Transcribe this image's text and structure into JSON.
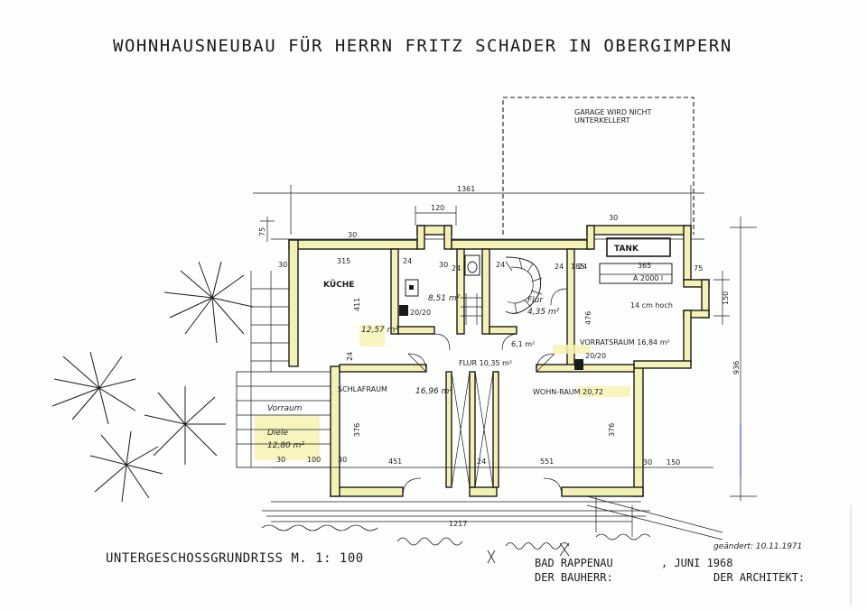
{
  "title": "WOHNHAUSNEUBAU FÜR HERRN FRITZ SCHADER IN OBERGIMPERN",
  "garage_note": [
    "GARAGE WIRD NICHT",
    "UNTERKELLERT"
  ],
  "rooms": {
    "kueche": "KÜCHE",
    "kueche_area": "12,57 m²",
    "bad_area": "8,51 m²",
    "flur_top": "Flur",
    "flur_top_area": "4,35 m²",
    "flur_mid": "FLUR 10,35 m²",
    "flur_mid_sub": "6,1 m²",
    "tank": "TANK",
    "tank_vol": "À 2000 l",
    "tank_dim": "365",
    "vorratsraum": "VORRATSRAUM 16,84 m²",
    "schlafraum_label": "SCHLAFRAUM",
    "schlafraum_area": "16,96 m²",
    "wohnraum": "WOHN-RAUM 20,72",
    "vorraum": "Vorraum",
    "diele": "Diele",
    "diele_area": "12,80 m²",
    "window_1": "20/20",
    "window_2": "20/20",
    "misc_1": "14 cm hoch"
  },
  "dimensions": {
    "total_width_top": "1361",
    "total_width_bottom": "1217",
    "total_height_right": "936",
    "d_120": "120",
    "d_75_left": "75",
    "d_30_a": "30",
    "d_30_b": "30",
    "d_30_c": "30",
    "d_30_d": "30",
    "d_30_e": "30",
    "d_30_f": "30",
    "d_30_g": "30",
    "d_315": "315",
    "d_24_a": "24",
    "d_24_b": "24",
    "d_24_c": "24",
    "d_24_d": "24",
    "d_24_e": "24",
    "d_24_f": "24",
    "d_24_g": "24",
    "d_411": "411",
    "d_476": "476",
    "d_376_a": "376",
    "d_376_b": "376",
    "d_451": "451",
    "d_551": "551",
    "d_150": "150",
    "d_75_right": "75",
    "d_150_right": "150",
    "d_185": "185",
    "d_100": "100"
  },
  "footer": {
    "plan_name": "UNTERGESCHOSSGRUNDRISS  M. 1: 100",
    "place": "BAD RAPPENAU",
    "date": ", JUNI 1968",
    "owner": "DER BAUHERR:",
    "architect": "DER ARCHITEKT:",
    "revision": "geändert: 10.11.1971"
  }
}
